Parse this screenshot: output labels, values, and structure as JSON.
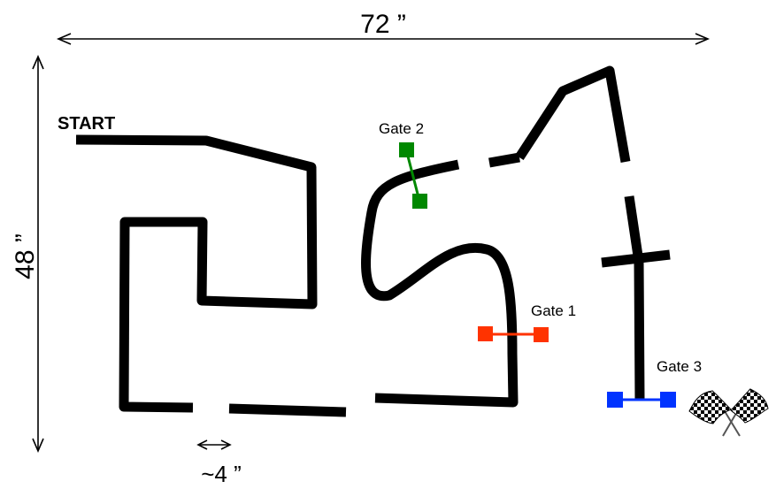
{
  "dimensions": {
    "width_label": "72 ”",
    "height_label": "48 ”",
    "gap_label": "~4 ”"
  },
  "start_label": "START",
  "gates": [
    {
      "label": "Gate 1",
      "color": "#ff3300"
    },
    {
      "label": "Gate 2",
      "color": "#008800"
    },
    {
      "label": "Gate 3",
      "color": "#0033ff"
    }
  ],
  "finish_icon": "checkered-flags-icon"
}
